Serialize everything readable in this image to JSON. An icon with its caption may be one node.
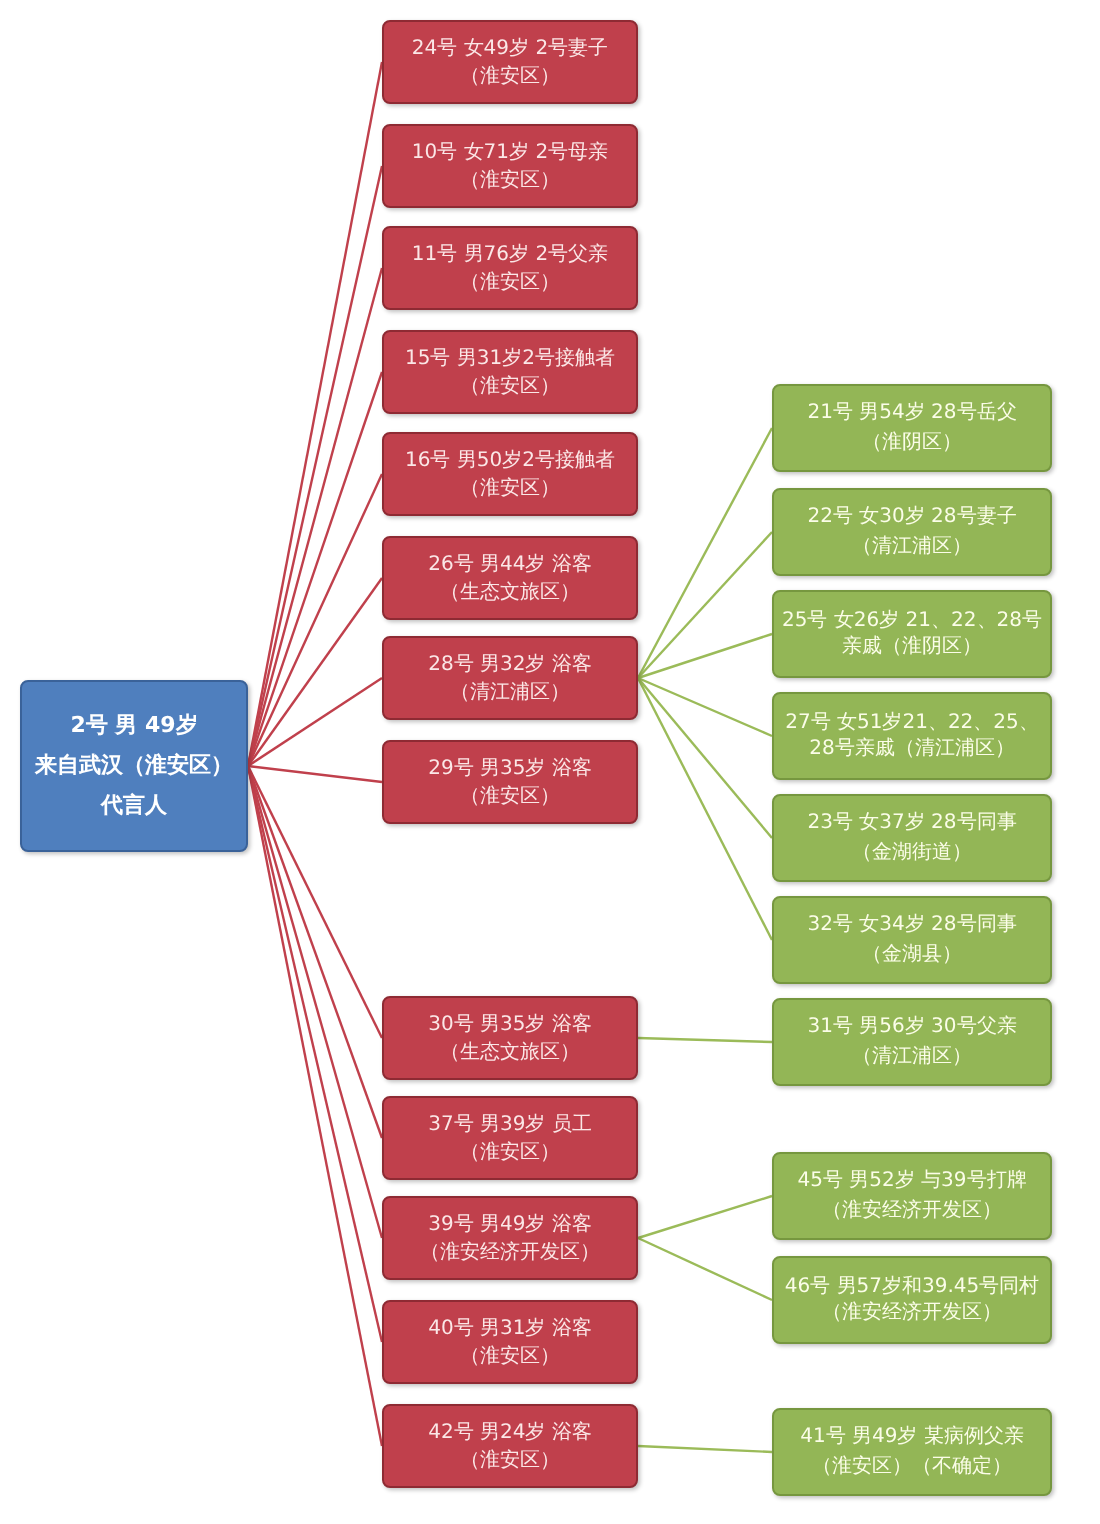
{
  "diagram": {
    "nodes": [
      {
        "text": [
          "2号 男 49岁",
          "来自武汉（淮安区）",
          "代言人"
        ]
      },
      {
        "text": [
          "24号 女49岁 2号妻子",
          "（淮安区）"
        ]
      },
      {
        "text": [
          "10号 女71岁 2号母亲",
          "（淮安区）"
        ]
      },
      {
        "text": [
          "11号 男76岁 2号父亲",
          "（淮安区）"
        ]
      },
      {
        "text": [
          "15号 男31岁2号接触者",
          "（淮安区）"
        ]
      },
      {
        "text": [
          "16号 男50岁2号接触者",
          "（淮安区）"
        ]
      },
      {
        "text": [
          "26号 男44岁 浴客",
          "（生态文旅区）"
        ]
      },
      {
        "text": [
          "28号 男32岁 浴客",
          "（清江浦区）"
        ]
      },
      {
        "text": [
          "29号 男35岁 浴客",
          "（淮安区）"
        ]
      },
      {
        "text": [
          "30号 男35岁 浴客",
          "（生态文旅区）"
        ]
      },
      {
        "text": [
          "37号 男39岁 员工",
          "（淮安区）"
        ]
      },
      {
        "text": [
          "39号 男49岁 浴客",
          "（淮安经济开发区）"
        ]
      },
      {
        "text": [
          "40号 男31岁 浴客",
          "（淮安区）"
        ]
      },
      {
        "text": [
          "42号 男24岁 浴客",
          "（淮安区）"
        ]
      },
      {
        "text": [
          "21号 男54岁 28号岳父",
          "（淮阴区）"
        ]
      },
      {
        "text": [
          "22号 女30岁 28号妻子",
          "（清江浦区）"
        ]
      },
      {
        "text": [
          "25号 女26岁 21、22、28号亲戚（淮阴区）"
        ]
      },
      {
        "text": [
          "27号 女51岁21、22、25、28号亲戚（清江浦区）"
        ]
      },
      {
        "text": [
          "23号 女37岁 28号同事",
          "（金湖街道）"
        ]
      },
      {
        "text": [
          "32号 女34岁 28号同事",
          "（金湖县）"
        ]
      },
      {
        "text": [
          "31号 男56岁 30号父亲",
          "（清江浦区）"
        ]
      },
      {
        "text": [
          "45号 男52岁 与39号打牌",
          "（淮安经济开发区）"
        ]
      },
      {
        "text": [
          "46号 男57岁和39.45号同村（淮安经济开发区）"
        ]
      },
      {
        "text": [
          "41号 男49岁 某病例父亲",
          "（淮安区）（不确定）"
        ]
      }
    ],
    "edges": [
      {
        "from": 0,
        "to": 1,
        "arrow": "none"
      },
      {
        "from": 0,
        "to": 2,
        "arrow": "none"
      },
      {
        "from": 0,
        "to": 3,
        "arrow": "none"
      },
      {
        "from": 0,
        "to": 4,
        "arrow": "none"
      },
      {
        "from": 0,
        "to": 5,
        "arrow": "none"
      },
      {
        "from": 0,
        "to": 6,
        "arrow": "none"
      },
      {
        "from": 0,
        "to": 7,
        "arrow": "none"
      },
      {
        "from": 0,
        "to": 8,
        "arrow": "none"
      },
      {
        "from": 0,
        "to": 9,
        "arrow": "none"
      },
      {
        "from": 0,
        "to": 10,
        "arrow": "none"
      },
      {
        "from": 0,
        "to": 11,
        "arrow": "none"
      },
      {
        "from": 0,
        "to": 12,
        "arrow": "none"
      },
      {
        "from": 0,
        "to": 13,
        "arrow": "none"
      },
      {
        "from": 7,
        "to": 14,
        "arrow": "none",
        "color": "#9bbb59"
      },
      {
        "from": 7,
        "to": 15,
        "arrow": "none",
        "color": "#9bbb59"
      },
      {
        "from": 7,
        "to": 16,
        "arrow": "none",
        "color": "#9bbb59"
      },
      {
        "from": 7,
        "to": 17,
        "arrow": "none",
        "color": "#9bbb59"
      },
      {
        "from": 7,
        "to": 18,
        "arrow": "none",
        "color": "#9bbb59"
      },
      {
        "from": 7,
        "to": 19,
        "arrow": "none",
        "color": "#9bbb59"
      },
      {
        "from": 9,
        "to": 20,
        "arrow": "none",
        "color": "#9bbb59"
      },
      {
        "from": 11,
        "to": 21,
        "arrow": "none",
        "color": "#9bbb59"
      },
      {
        "from": 11,
        "to": 22,
        "arrow": "none",
        "color": "#9bbb59"
      },
      {
        "from": 13,
        "to": 23,
        "arrow": "none",
        "color": "#9bbb59"
      }
    ]
  }
}
